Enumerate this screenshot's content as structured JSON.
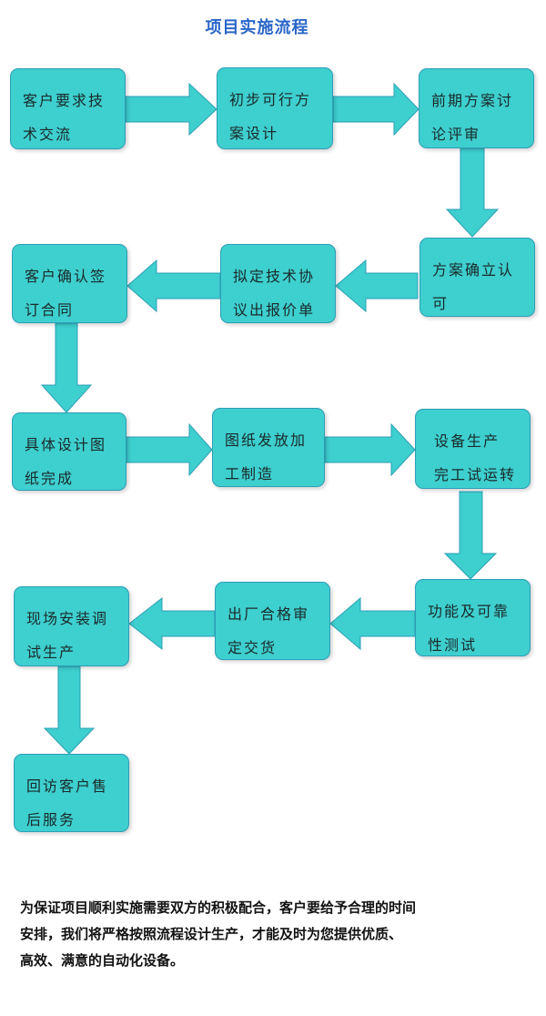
{
  "title": "项目实施流程",
  "steps": [
    {
      "line1": "客户要求技",
      "line2": "术交流"
    },
    {
      "line1": "初步可行方",
      "line2": "案设计"
    },
    {
      "line1": "前期方案讨",
      "line2": "论评审"
    },
    {
      "line1": "方案确立认",
      "line2": "可"
    },
    {
      "line1": "拟定技术协",
      "line2": "议出报价单"
    },
    {
      "line1": "客户确认签",
      "line2": "订合同"
    },
    {
      "line1": "具体设计图",
      "line2": "纸完成"
    },
    {
      "line1": "图纸发放加",
      "line2": "工制造"
    },
    {
      "line1": "设备生产",
      "line2": "完工试运转"
    },
    {
      "line1": "功能及可靠",
      "line2": "性测试"
    },
    {
      "line1": "出厂合格审",
      "line2": "定交货"
    },
    {
      "line1": "现场安装调",
      "line2": "试生产"
    },
    {
      "line1": "回访客户售",
      "line2": "后服务"
    }
  ],
  "note": {
    "line1": "为保证项目顺利实施需要双方的积极配合，客户要给予合理的时间",
    "line2": "安排，我们将严格按照流程设计生产，才能及时为您提供优质、",
    "line3": "高效、满意的自动化设备。"
  },
  "colors": {
    "box_fill": "#3ecfcf",
    "box_border": "#2c9fb6",
    "arrow": "#3ecfcf",
    "title": "#2a66c8"
  }
}
